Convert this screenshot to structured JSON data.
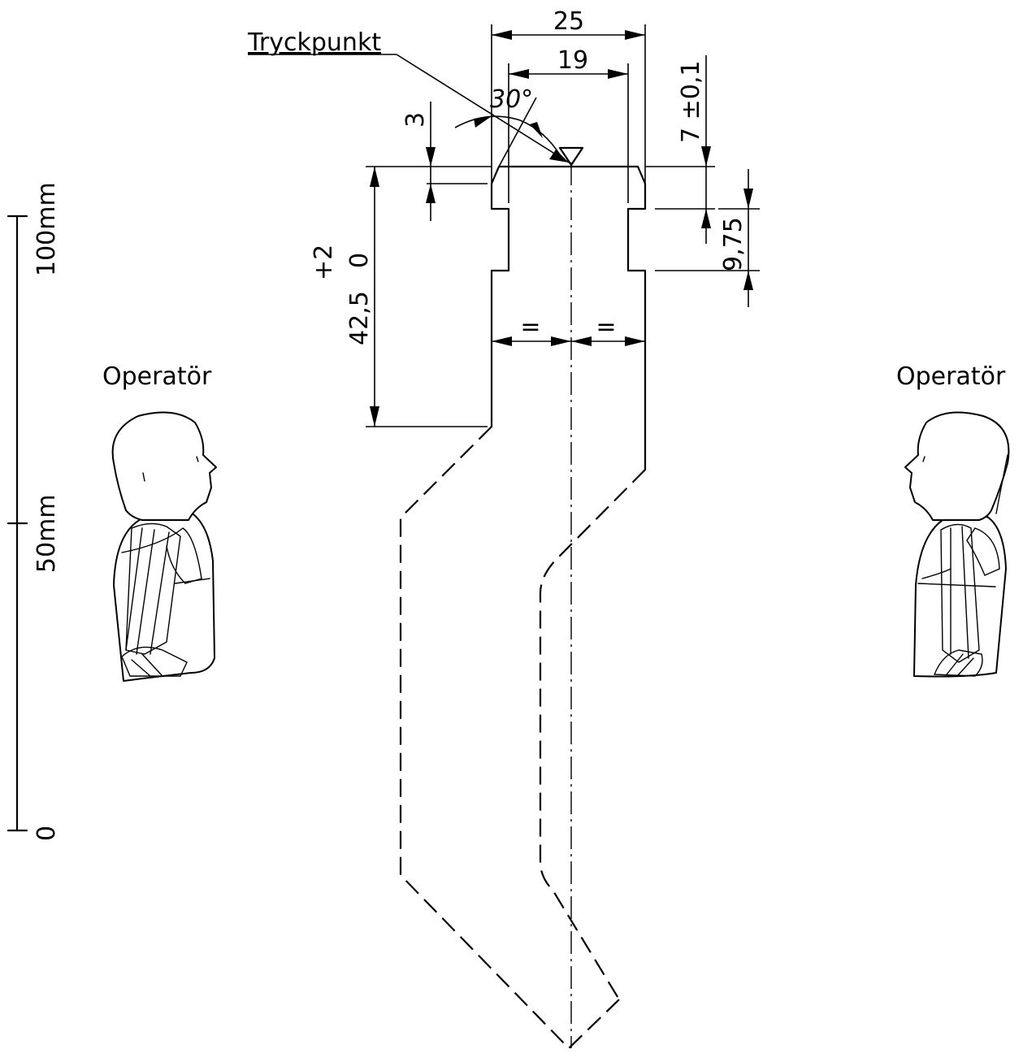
{
  "labels": {
    "pressure_point": "Tryckpunkt",
    "operator_left": "Operatör",
    "operator_right": "Operatör"
  },
  "scale": {
    "top": "100mm",
    "middle": "50mm",
    "bottom": "0"
  },
  "dimensions": {
    "width_top": "25",
    "width_inner": "19",
    "angle": "30°",
    "chamfer": "3",
    "depth": "7 ±0,1",
    "groove": "9,75",
    "height": "42,5",
    "height_tol_upper": "+2",
    "height_tol_lower": "0",
    "equal_left": "=",
    "equal_right": "="
  }
}
